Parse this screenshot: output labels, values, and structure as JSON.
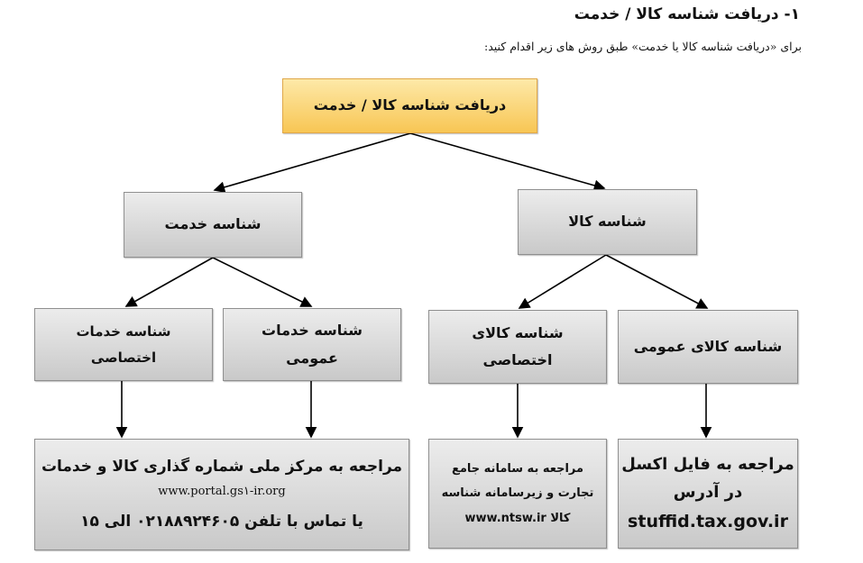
{
  "heading": "۱- دریافت شناسه کالا / خدمت",
  "intro": "برای «دریافت شناسه کالا یا خدمت» طبق روش های زیر اقدام کنید:",
  "root": "دریافت شناسه کالا / خدمت",
  "service": {
    "label": "شناسه خدمت",
    "general": {
      "line1": "شناسه خدمات",
      "line2": "عمومی"
    },
    "specific": {
      "line1": "شناسه خدمات",
      "line2": "اختصاصی"
    },
    "ref": {
      "line1": "مراجعه به مرکز ملی شماره گذاری کالا و خدمات",
      "url": "www.portal.gs۱-ir.org",
      "line3": "یا تماس با تلفن ۰۲۱۸۸۹۲۴۶۰۵ الی ۱۵"
    }
  },
  "goods": {
    "label": "شناسه کالا",
    "general": {
      "line1": "شناسه کالای عمومی"
    },
    "specific": {
      "line1": "شناسه کالای",
      "line2": "اختصاصی"
    },
    "ref_specific": {
      "line1": "مراجعه به سامانه جامع",
      "line2": "تجارت و زیرسامانه شناسه",
      "line3": "کالا www.ntsw.ir"
    },
    "ref_general": {
      "line1": "مراجعه به فایل اکسل",
      "line2": "در آدرس",
      "line3": "stuffid.tax.gov.ir"
    }
  }
}
